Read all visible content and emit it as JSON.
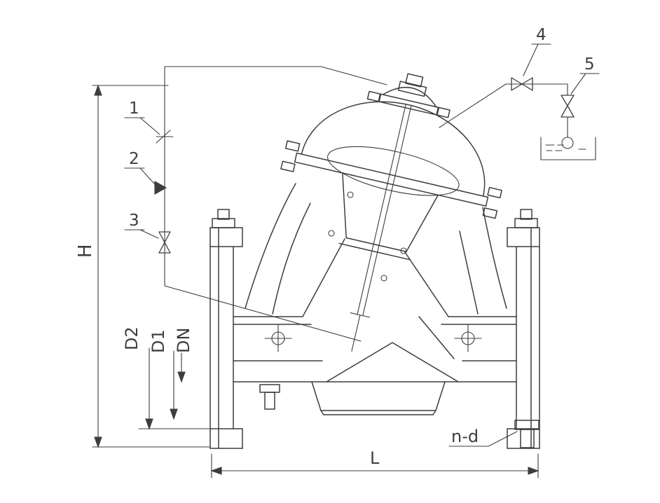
{
  "colors": {
    "background": "#ffffff",
    "line": "#3d3d3d"
  },
  "dimension_labels": {
    "overall_height": "H",
    "flange_diameter": "D2",
    "bolt_circle_diameter": "D1",
    "nominal_bore": "DN",
    "face_to_face": "L",
    "bolt_holes": "n-d"
  },
  "callouts": {
    "item1": "1",
    "item2": "2",
    "item3": "3",
    "item4": "4",
    "item5": "5"
  }
}
